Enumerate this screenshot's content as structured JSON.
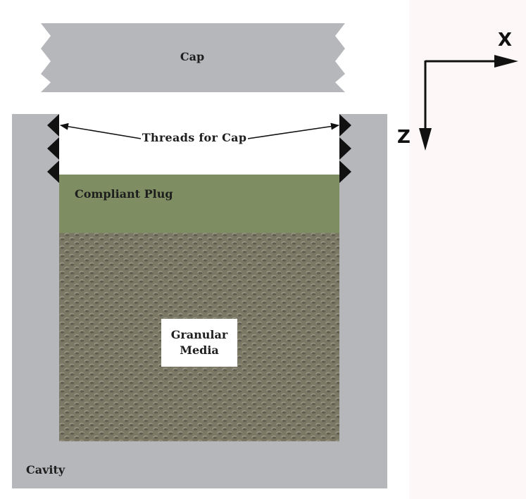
{
  "labels": {
    "cap": "Cap",
    "threads": "Threads for Cap",
    "plug": "Compliant Plug",
    "media_line1": "Granular",
    "media_line2": "Media",
    "cavity": "Cavity"
  },
  "axes": {
    "x": "X",
    "z": "Z"
  },
  "colors": {
    "cavity": "#b6b7bb",
    "cap": "#b6b7bb",
    "plug": "#7f8e62",
    "media": "#7b7966",
    "threads": "#111111",
    "background_panel": "#fdf8f7"
  }
}
